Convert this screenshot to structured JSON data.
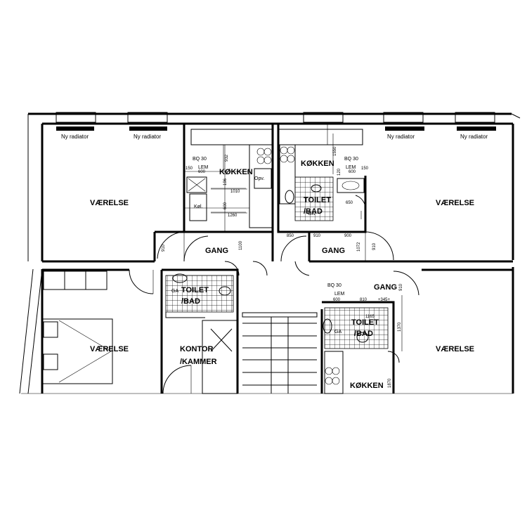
{
  "radiators": [
    {
      "label": "Ny radiator"
    },
    {
      "label": "Ny radiator"
    },
    {
      "label": "Ny radiator"
    },
    {
      "label": "Ny radiator"
    }
  ],
  "rooms": {
    "vaerelse_top_left": "VÆRELSE",
    "vaerelse_top_right": "VÆRELSE",
    "vaerelse_bottom_left": "VÆRELSE",
    "vaerelse_bottom_right": "VÆRELSE",
    "kokken_left": "KØKKEN",
    "kokken_right": "KØKKEN",
    "kokken_bottom": "KØKKEN",
    "gang_left": "GANG",
    "gang_right": "GANG",
    "gang_bottom": "GANG",
    "toilet_right": "TOILET",
    "bad_right": "/BAD",
    "toilet_left": "TOILET",
    "bad_left": "/BAD",
    "toilet_bottom": "TOILET",
    "bad_bottom": "/BAD",
    "kontor": "KONTOR",
    "kammer": "/KAMMER"
  },
  "fixtures": {
    "opv": "Opv.",
    "kol": "Køl.",
    "ga_a": "GA",
    "ga_b": "GA",
    "ga_c": "GA",
    "bq_left": "BQ 30",
    "lem_left": "LEM",
    "bq_right": "BQ 30",
    "lem_right": "LEM",
    "bq_bottom": "BQ 30",
    "lem_bottom": "LEM"
  },
  "dimensions": {
    "d150a": "150",
    "d600a": "600",
    "d932": "932",
    "d1010": "1010",
    "d1260": "1260",
    "d196": "196",
    "d600b": "600",
    "d150b": "150",
    "d600c": "600",
    "d1550": "1550",
    "d120": "120",
    "d650a": "650",
    "d850": "850",
    "d910a": "910",
    "d900": "900",
    "d1072": "1072",
    "d910b": "910",
    "d910c": "910",
    "d1100": "1100",
    "d910d": "910",
    "d810": "810",
    "d345": "+345+",
    "d1370": "1370",
    "d600d": "600",
    "d1870": "1870",
    "d1165": "1165"
  }
}
